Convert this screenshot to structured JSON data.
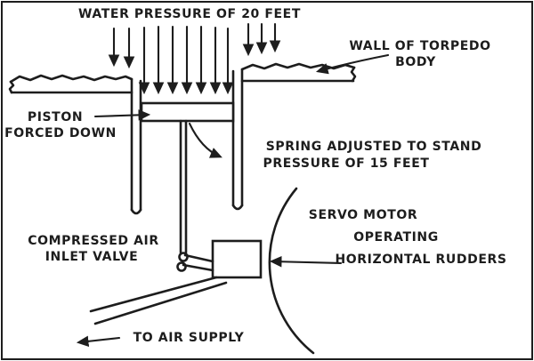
{
  "colors": {
    "ink": "#1d1d1d",
    "paper": "#ffffff"
  },
  "labels": {
    "water_pressure": "WATER PRESSURE OF 20 FEET",
    "wall_1": "WALL OF TORPEDO",
    "wall_2": "BODY",
    "piston_1": "PISTON",
    "piston_2": "FORCED DOWN",
    "spring_1": "SPRING ADJUSTED TO STAND",
    "spring_2": "PRESSURE OF 15 FEET",
    "servo_1": "SERVO MOTOR",
    "servo_2": "OPERATING",
    "servo_3": "HORIZONTAL RUDDERS",
    "inlet_1": "COMPRESSED AIR",
    "inlet_2": "INLET VALVE",
    "air_supply": "TO AIR SUPPLY"
  }
}
